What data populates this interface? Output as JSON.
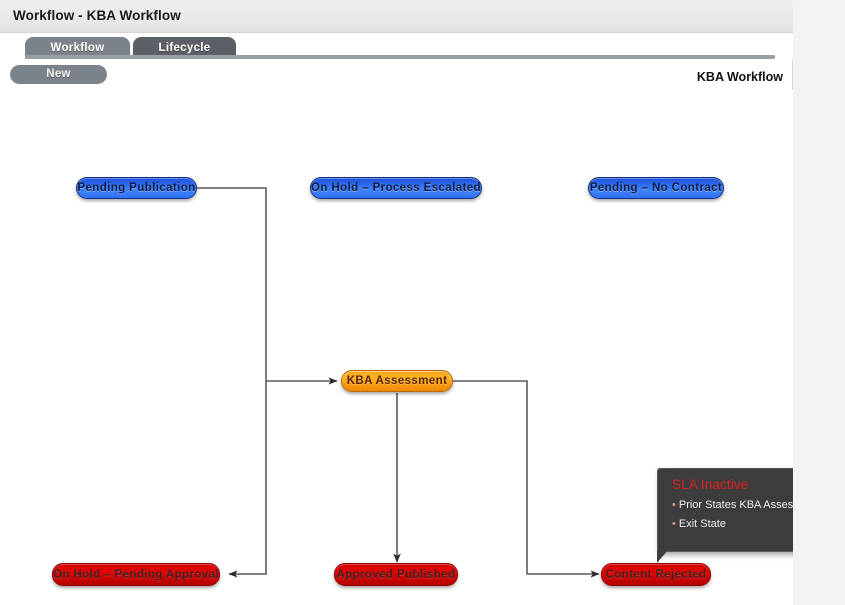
{
  "window": {
    "title": "Workflow - KBA Workflow"
  },
  "tabs": [
    {
      "label": "Workflow",
      "active": false
    },
    {
      "label": "Lifecycle",
      "active": true
    }
  ],
  "toolbar": {
    "new_label": "New",
    "canvas_label": "KBA Workflow"
  },
  "colors": {
    "titlebar": "#e9e9e9",
    "tab_inactive": "#7c8289",
    "tab_active": "#5c6066",
    "tab_underline": "#9aa0a6",
    "node_blue": "#2f6ff6",
    "node_orange": "#f7a51c",
    "node_red": "#d40000",
    "edge": "#555555",
    "tooltip_bg": "#3c3c3c",
    "tooltip_title": "#e02020"
  },
  "diagram": {
    "nodes": [
      {
        "id": "pending-publication",
        "label": "Pending Publication",
        "type": "blue"
      },
      {
        "id": "on-hold-escalated",
        "label": "On Hold – Process Escalated",
        "type": "blue"
      },
      {
        "id": "pending-no-contract",
        "label": "Pending – No Contract",
        "type": "blue"
      },
      {
        "id": "kba-assessment",
        "label": "KBA Assessment",
        "type": "orange"
      },
      {
        "id": "on-hold-approval",
        "label": "On Hold – Pending Approval",
        "type": "red"
      },
      {
        "id": "approved-published",
        "label": "Approved Published",
        "type": "red"
      },
      {
        "id": "content-rejected",
        "label": "Content Rejected",
        "type": "red"
      }
    ],
    "edges": [
      {
        "from": "pending-publication",
        "to": "kba-assessment"
      },
      {
        "from": "pending-publication",
        "to": "on-hold-approval"
      },
      {
        "from": "kba-assessment",
        "to": "approved-published"
      },
      {
        "from": "kba-assessment",
        "to": "content-rejected"
      }
    ]
  },
  "tooltip": {
    "title": "SLA Inactive",
    "bullet": "•",
    "rows": [
      "Prior States  KBA Assessment",
      "Exit State"
    ]
  }
}
